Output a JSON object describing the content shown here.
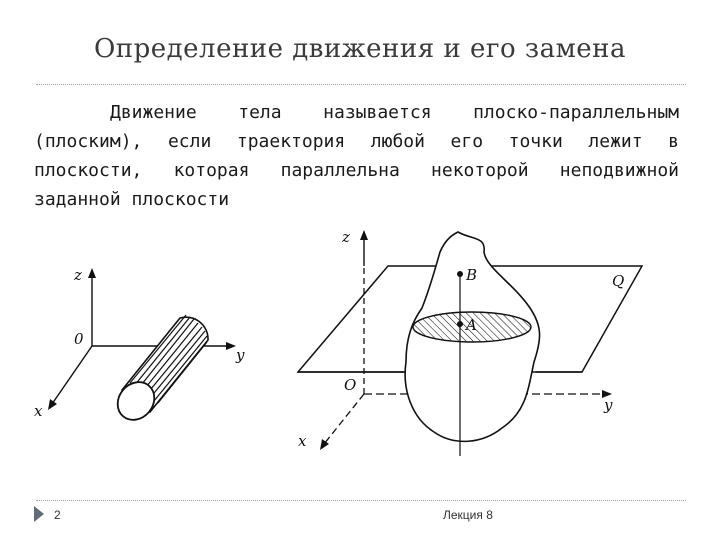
{
  "slide": {
    "title": "Определение движения и его замена",
    "paragraph": "Движение тела называется плоско-параллельным (плоским), если траектория любой его точки лежит в плоскости, которая параллельна некоторой неподвижной заданной плоскости"
  },
  "figure_left": {
    "axis_z": "z",
    "axis_y": "y",
    "axis_x": "x",
    "origin": "0"
  },
  "figure_right": {
    "axis_z": "z",
    "axis_y": "y",
    "axis_x": "x",
    "origin": "O",
    "point_b": "B",
    "point_a": "A",
    "plane_q": "Q"
  },
  "footer": {
    "page_number": "2",
    "lecture": "Лекция 8"
  },
  "colors": {
    "title": "#3a3a3a",
    "text": "#1a1a1a",
    "bullet": "#5f6c7a"
  }
}
